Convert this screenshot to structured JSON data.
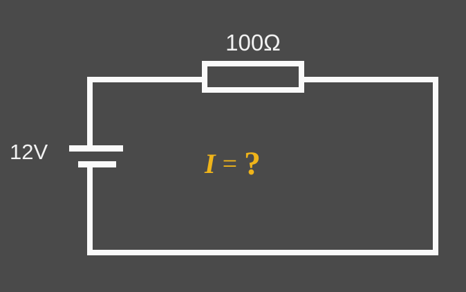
{
  "diagram": {
    "title": "simple-series-circuit",
    "background_color": "#4a4a4a",
    "wire_color": "#fafafa",
    "accent_color": "#efb41a",
    "components": {
      "resistor": {
        "label": "100Ω",
        "resistance_value": "100",
        "resistance_unit": "Ω"
      },
      "battery": {
        "label": "12V",
        "voltage_value": "12",
        "voltage_unit": "V"
      },
      "current_annotation": {
        "symbol": "I",
        "operator": "=",
        "value": "?"
      }
    },
    "wires": {
      "top": "wire-top",
      "bottom": "wire-bottom",
      "left_upper": "wire-left-upper",
      "left_lower": "wire-left-lower",
      "right": "wire-right"
    }
  }
}
